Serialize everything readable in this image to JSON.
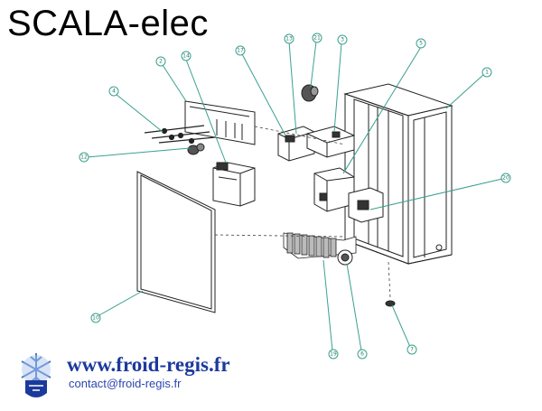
{
  "title": "SCALA-elec",
  "footer": {
    "url": "www.froid-regis.fr",
    "email": "contact@froid-regis.fr"
  },
  "colors": {
    "leader_line": "#3aa08f",
    "drawing": "#222222",
    "url_blue": "#1c3a9c"
  },
  "part_labels": [
    "1",
    "2",
    "3",
    "4",
    "5",
    "6",
    "7",
    "10",
    "12",
    "13",
    "14",
    "17",
    "19",
    "20",
    "21"
  ]
}
